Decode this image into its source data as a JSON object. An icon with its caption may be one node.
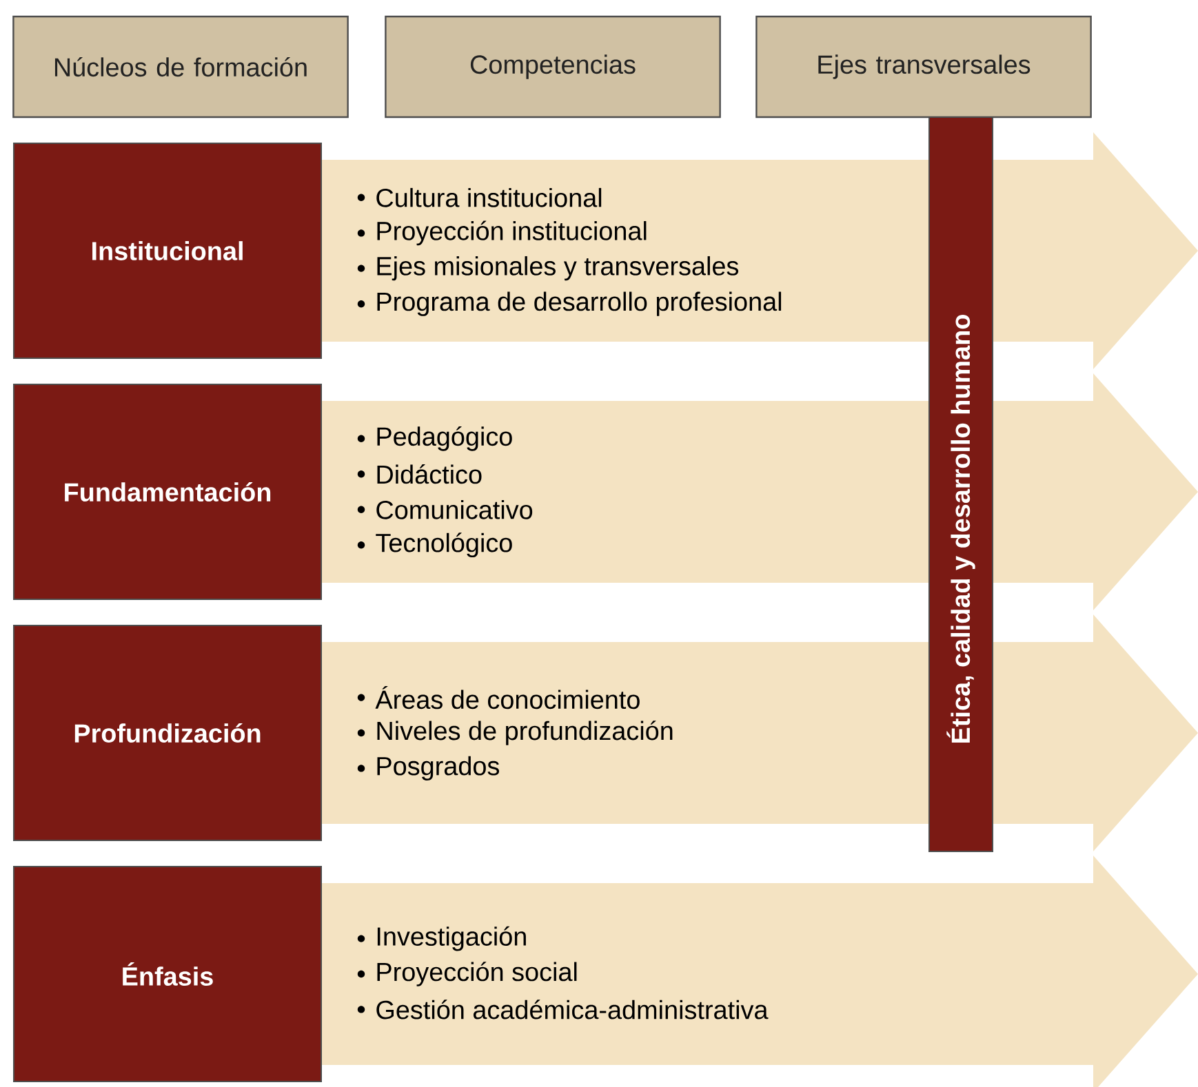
{
  "diagram": {
    "nodes": [
      {
        "text": [
          "Núcleos de formación"
        ]
      },
      {
        "text": [
          "Competencias"
        ]
      },
      {
        "text": [
          "Ejes transversales"
        ]
      },
      {
        "text": [
          "Institucional"
        ]
      },
      {
        "text": [
          "Cultura institucional",
          "Proyección institucional",
          "Ejes misionales y transversales",
          "Programa de desarrollo profesional"
        ]
      },
      {
        "text": [
          "Fundamentación"
        ]
      },
      {
        "text": [
          "Pedagógico",
          "Didáctico",
          "Comunicativo",
          "Tecnológico"
        ]
      },
      {
        "text": [
          "Profundización"
        ]
      },
      {
        "text": [
          "Áreas de conocimiento",
          "Niveles de profundización",
          "Posgrados"
        ]
      },
      {
        "text": [
          "Énfasis"
        ]
      },
      {
        "text": [
          "Investigación",
          "Proyección social",
          "Gestión académica-administrativa"
        ]
      },
      {
        "text": [
          "Ética, calidad y desarrollo humano"
        ]
      }
    ]
  }
}
